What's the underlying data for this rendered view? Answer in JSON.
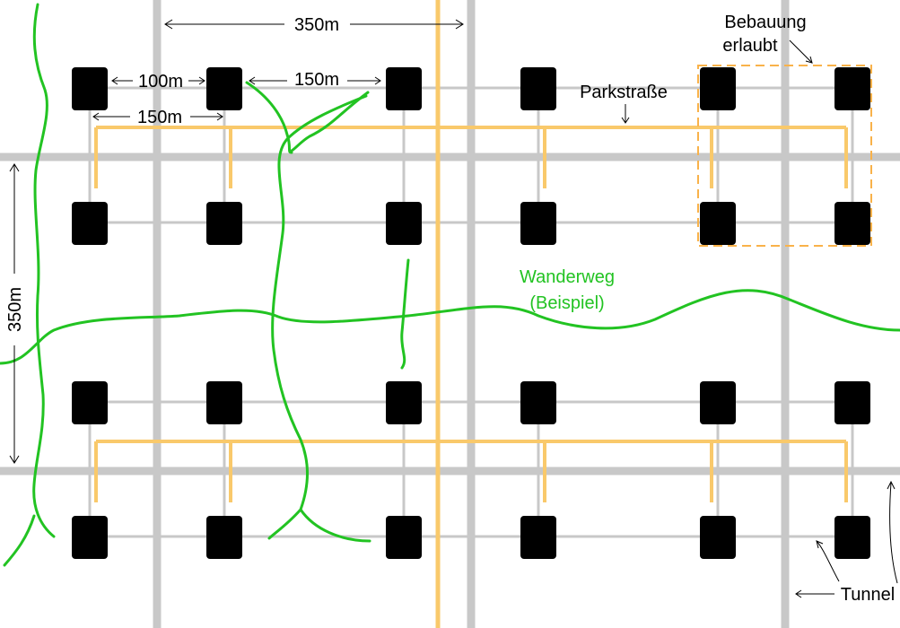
{
  "colors": {
    "background": "#ffffff",
    "grid_road": "#c8c8c8",
    "connector": "#c8c8c8",
    "main_road": "#f9c96b",
    "park_road": "#f9c96b",
    "building": "#000000",
    "trail": "#22c322",
    "dim_line": "#000000",
    "zone_border": "#f9b24a"
  },
  "labels": {
    "top_span": "350m",
    "side_span": "350m",
    "dist_100": "100m",
    "dist_150_top": "150m",
    "dist_150_lower": "150m",
    "park_road": "Parkstraße",
    "zone_line1": "Bebauung",
    "zone_line2": "erlaubt",
    "trail_line1": "Wanderweg",
    "trail_line2": "(Beispiel)",
    "tunnel": "Tunnel"
  }
}
